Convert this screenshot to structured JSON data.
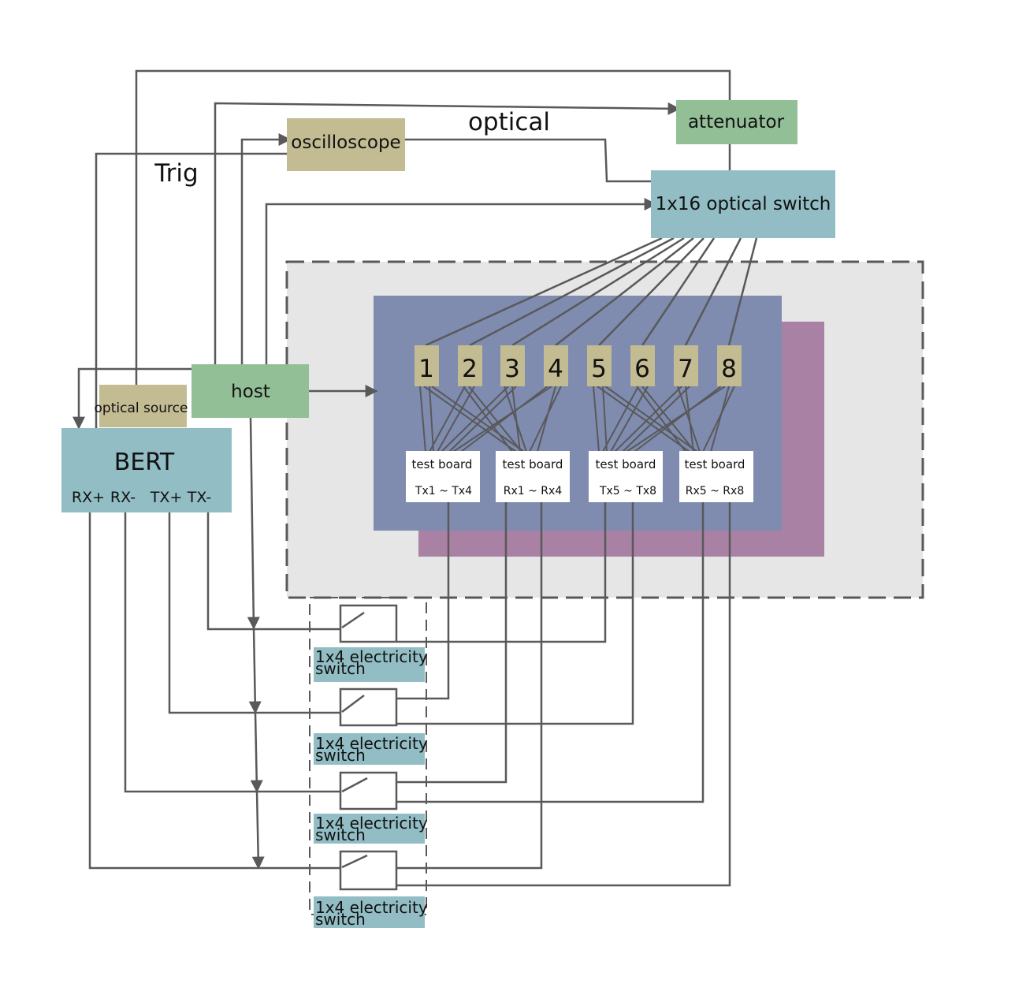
{
  "labels": {
    "optical": "optical",
    "trig": "Trig"
  },
  "blocks": {
    "attenuator": "attenuator",
    "oscilloscope": "oscilloscope",
    "optical_switch": "1x16 optical switch",
    "host": "host",
    "optical_source": "optical source",
    "bert": "BERT"
  },
  "bert_ports": [
    "RX+",
    "RX-",
    "TX+",
    "TX-"
  ],
  "ports": [
    "1",
    "2",
    "3",
    "4",
    "5",
    "6",
    "7",
    "8"
  ],
  "test_boards": [
    {
      "title": "test board",
      "range": "Tx1 ~ Tx4"
    },
    {
      "title": "test board",
      "range": "Rx1 ~ Rx4"
    },
    {
      "title": "test board",
      "range": "Tx5 ~ Tx8"
    },
    {
      "title": "test board",
      "range": "Rx5 ~ Rx8"
    }
  ],
  "electricity_switches": [
    {
      "line1": "1x4 electricity",
      "line2": "switch"
    },
    {
      "line1": "1x4 electricity",
      "line2": "switch"
    },
    {
      "line1": "1x4 electricity",
      "line2": "switch"
    },
    {
      "line1": "1x4 electricity",
      "line2": "switch"
    }
  ],
  "colors": {
    "teal": "#92bdc4",
    "green": "#93bf96",
    "khaki": "#c3bb92",
    "blue_panel": "#7f8cb0",
    "purple_panel": "#a981a4",
    "chamber": "#e6e6e6",
    "line": "#595959"
  }
}
